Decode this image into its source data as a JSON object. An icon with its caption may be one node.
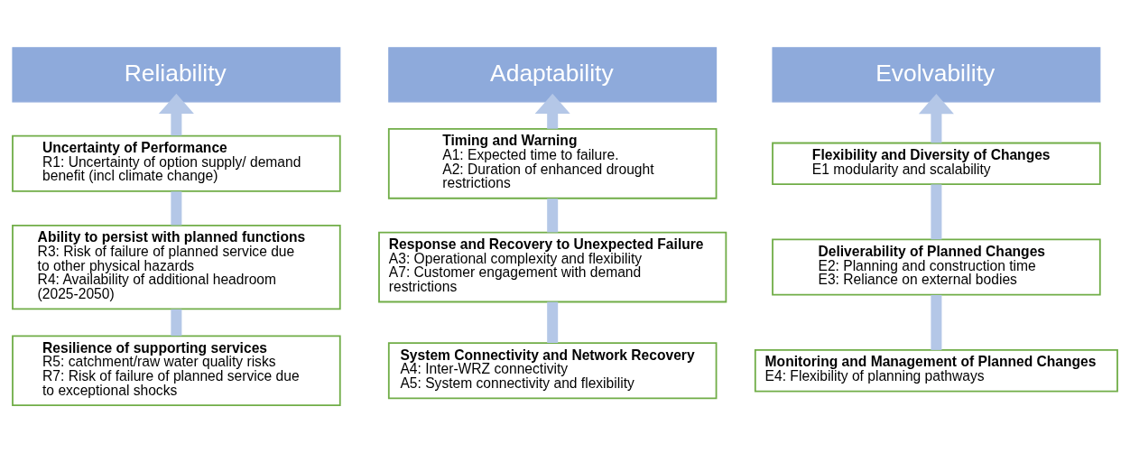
{
  "diagram": {
    "nodes": [
      {
        "text": [
          "Reliability"
        ]
      },
      {
        "text": [
          "Adaptability"
        ]
      },
      {
        "text": [
          "Evolvability"
        ]
      },
      {
        "text": [
          "Uncertainty of Performance",
          "R1: Uncertainty of option supply/ demand benefit (incl climate change)"
        ]
      },
      {
        "text": [
          "Timing and Warning",
          "A1: Expected time to failure.",
          "A2: Duration of enhanced drought restrictions"
        ]
      },
      {
        "text": [
          "Flexibility and Diversity of Changes",
          "E1 modularity and scalability"
        ]
      },
      {
        "text": [
          "Ability to persist with planned functions",
          "R3: Risk of failure of planned service due to other physical hazards",
          "R4: Availability of additional headroom (2025-2050)"
        ]
      },
      {
        "text": [
          "Response and Recovery to Unexpected Failure",
          "A3: Operational complexity and flexibility",
          "A7: Customer engagement with demand restrictions"
        ]
      },
      {
        "text": [
          "Deliverability of Planned Changes",
          "E2: Planning and construction time",
          "E3: Reliance on external bodies"
        ]
      },
      {
        "text": [
          "Resilience of supporting services",
          "R5: catchment/raw water quality risks",
          "R7: Risk of failure of planned service due to exceptional shocks"
        ]
      },
      {
        "text": [
          "System Connectivity and Network Recovery",
          "A4: Inter-WRZ connectivity",
          "A5: System connectivity and flexibility"
        ]
      },
      {
        "text": [
          "Monitoring and Management of Planned Changes",
          "E4: Flexibility of planning pathways"
        ]
      }
    ],
    "edges": [
      {
        "from": 3,
        "to": 0,
        "arrow": "to"
      },
      {
        "from": 6,
        "to": 3,
        "arrow": "none"
      },
      {
        "from": 9,
        "to": 6,
        "arrow": "none"
      },
      {
        "from": 4,
        "to": 1,
        "arrow": "to"
      },
      {
        "from": 7,
        "to": 4,
        "arrow": "none"
      },
      {
        "from": 10,
        "to": 7,
        "arrow": "none"
      },
      {
        "from": 5,
        "to": 2,
        "arrow": "to"
      },
      {
        "from": 8,
        "to": 5,
        "arrow": "none"
      },
      {
        "from": 11,
        "to": 8,
        "arrow": "none"
      }
    ]
  }
}
